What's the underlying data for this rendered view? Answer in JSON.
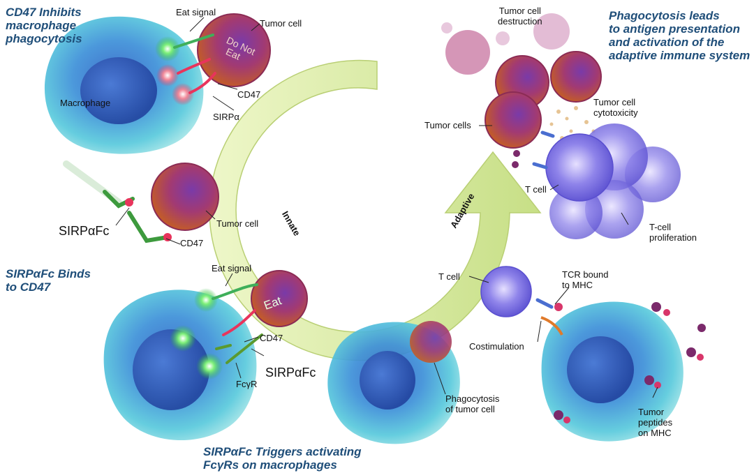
{
  "headings": {
    "top_left": [
      "CD47 Inhibits",
      "macrophage",
      "phagocytosis"
    ],
    "middle_left": [
      "SIRPαFc Binds",
      "to CD47"
    ],
    "bottom": [
      "SIRPαFc Triggers activating",
      "FcγRs on macrophages"
    ],
    "top_right": [
      "Phagocytosis leads",
      "to antigen presentation",
      "and activation of the",
      "adaptive immune system"
    ]
  },
  "labels": {
    "eat_signal_top": "Eat signal",
    "tumor_cell_top": "Tumor cell",
    "do_not_eat": [
      "Do Not",
      "Eat"
    ],
    "cd47_top": "CD47",
    "sirpa": "SIRPα",
    "macrophage": "Macrophage",
    "tumor_cell_mid": "Tumor cell",
    "sirpafc_mid": "SIRPαFc",
    "cd47_mid": "CD47",
    "eat_signal_bottom": "Eat signal",
    "eat": "Eat",
    "cd47_bottom": "CD47",
    "sirpafc_bottom": "SIRPαFc",
    "fcgr": "FcγR",
    "phagocytosis_of_tumor": [
      "Phagocytosis",
      "of tumor cell"
    ],
    "tumor_cell_destruction": [
      "Tumor cell",
      "destruction"
    ],
    "tumor_cells": "Tumor cells",
    "tumor_cell_cytotoxicity": [
      "Tumor cell",
      "cytotoxicity"
    ],
    "t_cell_top": "T cell",
    "t_cell_proliferation": [
      "T-cell",
      "proliferation"
    ],
    "t_cell_bottom": "T  cell",
    "tcr_bound": [
      "TCR bound",
      "to MHC"
    ],
    "costimulation": "Costimulation",
    "tumor_peptides": [
      "Tumor",
      "peptides",
      "on MHC"
    ]
  },
  "arrow": {
    "innate": "Innate",
    "adaptive": "Adaptive"
  },
  "colors": {
    "heading": "#1f4e79",
    "macrophage": "#4fc3d9",
    "tumor": "#a0306a",
    "tcell": "#7d6fe0",
    "arrow": "#d7ea9c",
    "eat_signal": "#49d04a",
    "cd47": "#e8345c"
  }
}
